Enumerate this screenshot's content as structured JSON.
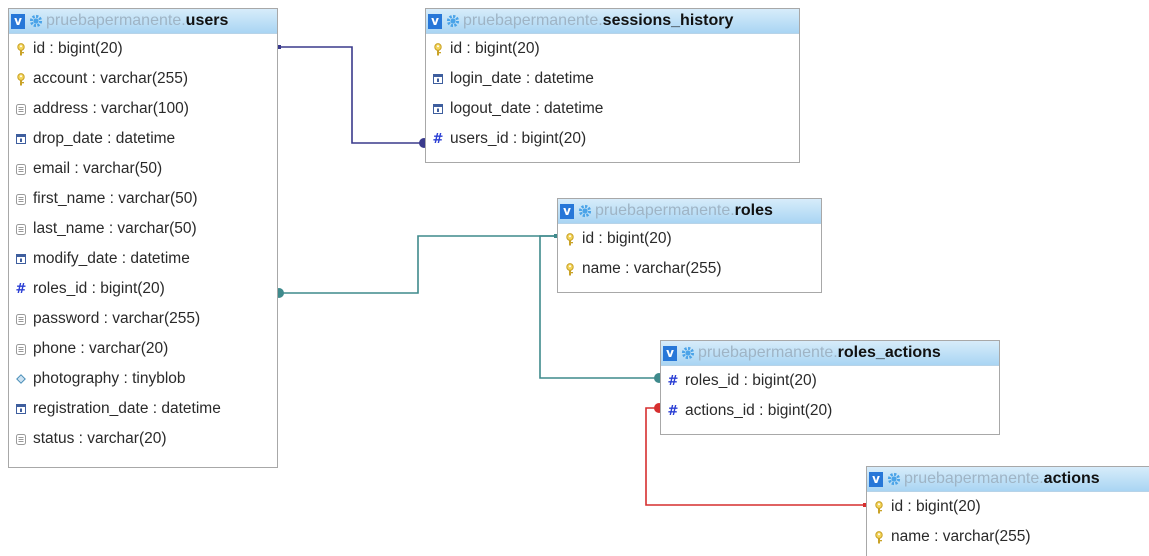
{
  "database": "pruebapermanente",
  "tables": [
    {
      "key": "users",
      "name": "users",
      "columns": [
        {
          "text": "id : bigint(20)",
          "icon": "key"
        },
        {
          "text": "account : varchar(255)",
          "icon": "key"
        },
        {
          "text": "address : varchar(100)",
          "icon": "text"
        },
        {
          "text": "drop_date : datetime",
          "icon": "date"
        },
        {
          "text": "email : varchar(50)",
          "icon": "text"
        },
        {
          "text": "first_name : varchar(50)",
          "icon": "text"
        },
        {
          "text": "last_name : varchar(50)",
          "icon": "text"
        },
        {
          "text": "modify_date : datetime",
          "icon": "date"
        },
        {
          "text": "roles_id : bigint(20)",
          "icon": "number"
        },
        {
          "text": "password : varchar(255)",
          "icon": "text"
        },
        {
          "text": "phone : varchar(20)",
          "icon": "text"
        },
        {
          "text": "photography : tinyblob",
          "icon": "blob"
        },
        {
          "text": "registration_date : datetime",
          "icon": "date"
        },
        {
          "text": "status : varchar(20)",
          "icon": "text"
        }
      ]
    },
    {
      "key": "sessions_history",
      "name": "sessions_history",
      "columns": [
        {
          "text": "id : bigint(20)",
          "icon": "key"
        },
        {
          "text": "login_date : datetime",
          "icon": "date"
        },
        {
          "text": "logout_date : datetime",
          "icon": "date"
        },
        {
          "text": "users_id : bigint(20)",
          "icon": "number"
        }
      ]
    },
    {
      "key": "roles",
      "name": "roles",
      "columns": [
        {
          "text": "id : bigint(20)",
          "icon": "key"
        },
        {
          "text": "name : varchar(255)",
          "icon": "key"
        }
      ]
    },
    {
      "key": "roles_actions",
      "name": "roles_actions",
      "columns": [
        {
          "text": "roles_id : bigint(20)",
          "icon": "number"
        },
        {
          "text": "actions_id : bigint(20)",
          "icon": "number"
        }
      ]
    },
    {
      "key": "actions",
      "name": "actions",
      "columns": [
        {
          "text": "id : bigint(20)",
          "icon": "key"
        },
        {
          "text": "name : varchar(255)",
          "icon": "key"
        }
      ]
    }
  ],
  "relations": [
    {
      "from": "users.id",
      "to": "sessions_history.users_id",
      "color": "#3a3a8c"
    },
    {
      "from": "users.roles_id",
      "to": "roles.id",
      "color": "#3f8a8c"
    },
    {
      "from": "roles.id",
      "to": "roles_actions.roles_id",
      "color": "#3f8a8c"
    },
    {
      "from": "roles_actions.actions_id",
      "to": "actions.id",
      "color": "#d62f2f"
    }
  ],
  "icon_colors": {
    "key": "#c9a227",
    "text": "#9a9a9a",
    "date": "#3e5e9e",
    "number": "#2b3fd4",
    "blob": "#4a8fb8",
    "toggle": "#2777d8",
    "gear": "#4aa3e8"
  }
}
